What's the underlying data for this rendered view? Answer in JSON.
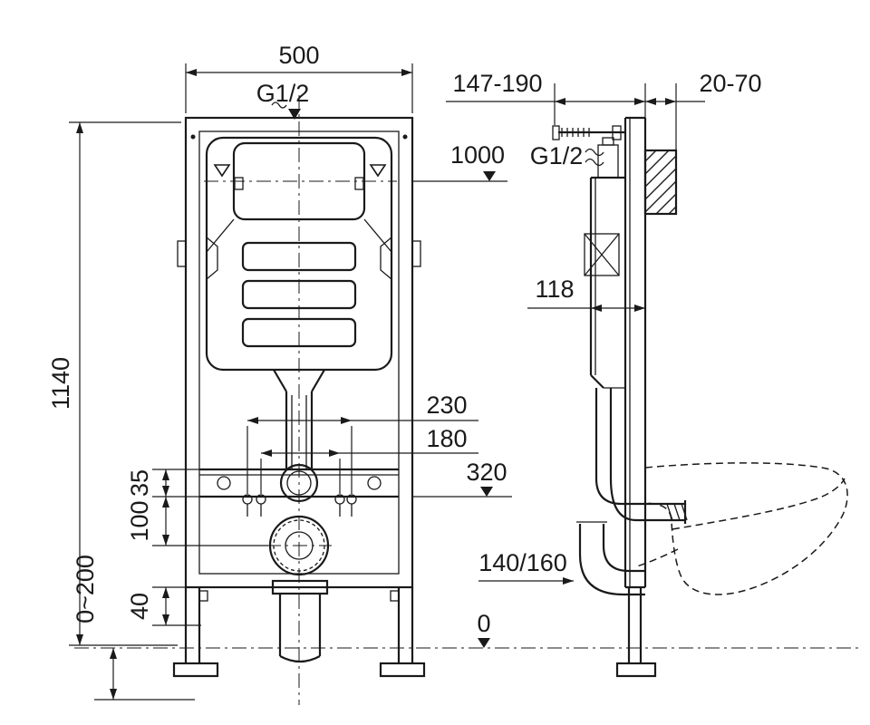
{
  "front_view": {
    "dim_width": "500",
    "dim_height": "1140",
    "inlet_label": "G1/2",
    "dim_rail_to_bolts": "35",
    "dim_bolts_to_outlet": "100",
    "dim_frame_to_leg": "40",
    "dim_leg_adjust": "0~200",
    "dim_bolt_spacing_wide": "230",
    "dim_bolt_spacing_narrow": "180"
  },
  "side_view": {
    "dim_depth_range": "147-190",
    "dim_wall_offset": "20-70",
    "inlet_label": "G1/2",
    "dim_cistern_depth": "118",
    "dim_outlet_size": "140/160"
  },
  "levels": {
    "top_height": "1000",
    "bolt_height": "320",
    "floor": "0"
  }
}
